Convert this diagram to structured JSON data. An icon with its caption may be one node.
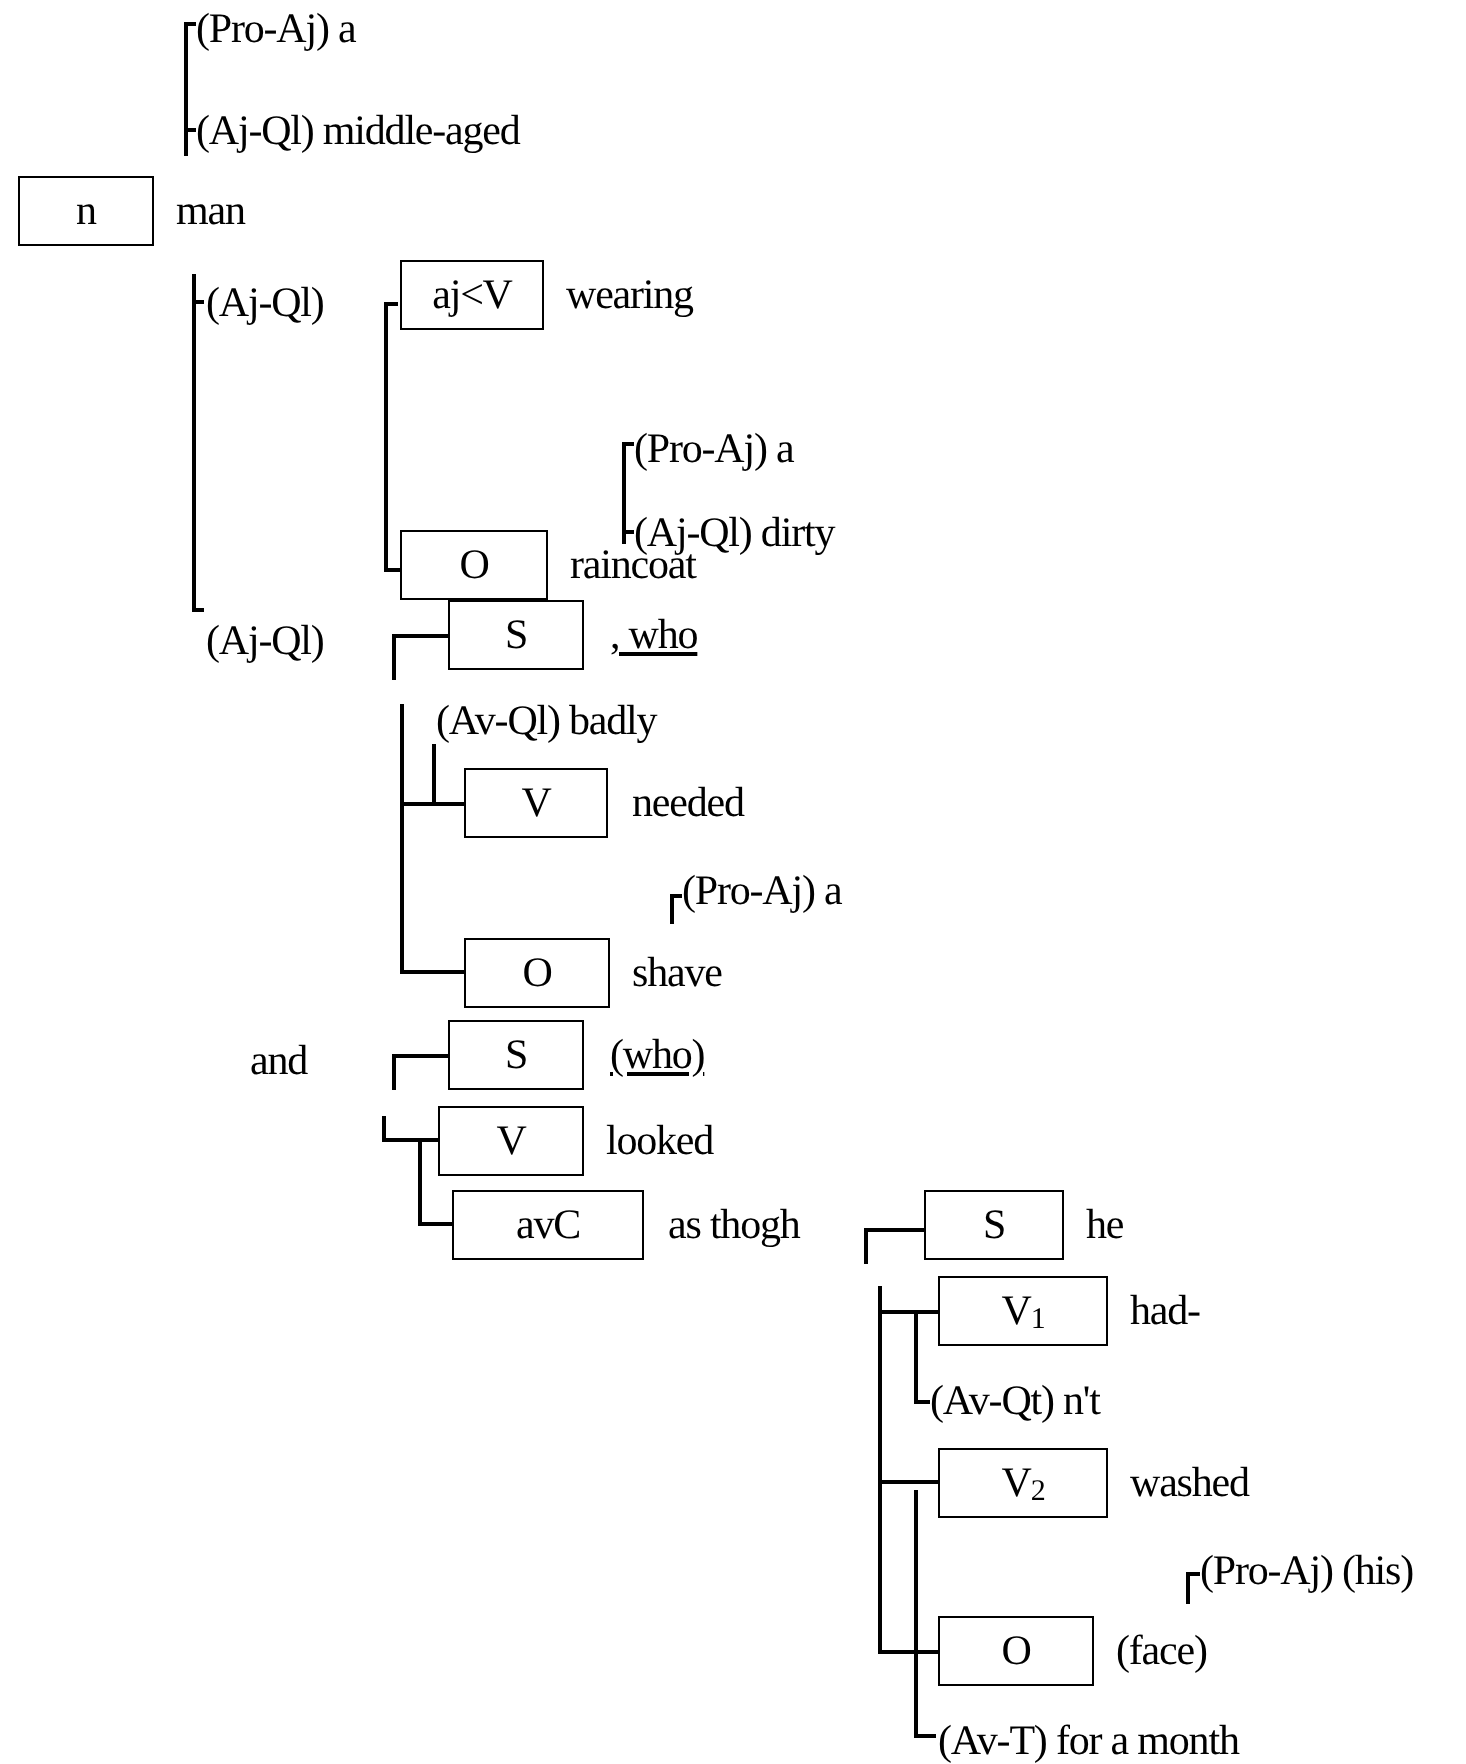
{
  "diagram": {
    "nodes": [
      {
        "text": [
          "n"
        ],
        "beside": [
          "man"
        ]
      },
      {
        "text": [
          "aj<V"
        ],
        "beside": [
          "wearing"
        ]
      },
      {
        "text": [
          "O"
        ],
        "beside": [
          "raincoat"
        ]
      },
      {
        "text": [
          "S"
        ],
        "beside": [
          ", who"
        ]
      },
      {
        "text": [
          "V"
        ],
        "beside": [
          "needed"
        ]
      },
      {
        "text": [
          "O"
        ],
        "beside": [
          "shave"
        ]
      },
      {
        "text": [
          "S"
        ],
        "beside": [
          "(who)"
        ]
      },
      {
        "text": [
          "V"
        ],
        "beside": [
          "looked"
        ]
      },
      {
        "text": [
          "avC"
        ],
        "beside": [
          "as thogh"
        ]
      },
      {
        "text": [
          "S"
        ],
        "beside": [
          "he"
        ]
      },
      {
        "text": [
          "V$_{1}$"
        ],
        "beside": [
          "had-"
        ]
      },
      {
        "text": [
          "V$_{2}$"
        ],
        "beside": [
          "washed"
        ]
      },
      {
        "text": [
          "O"
        ],
        "beside": [
          "(face)"
        ]
      }
    ],
    "edges": [],
    "labels": [
      "(Pro-Aj) a",
      "(Aj-Ql) middle-aged",
      "(Aj-Ql)",
      "(Pro-Aj) a",
      "(Aj-Ql) dirty",
      "(Aj-Ql)",
      "(Av-Ql) badly",
      "(Pro-Aj) a",
      "and",
      "(Av-Qt) n't",
      "(Pro-Aj) (his)",
      "(Av-T) for a month"
    ]
  }
}
